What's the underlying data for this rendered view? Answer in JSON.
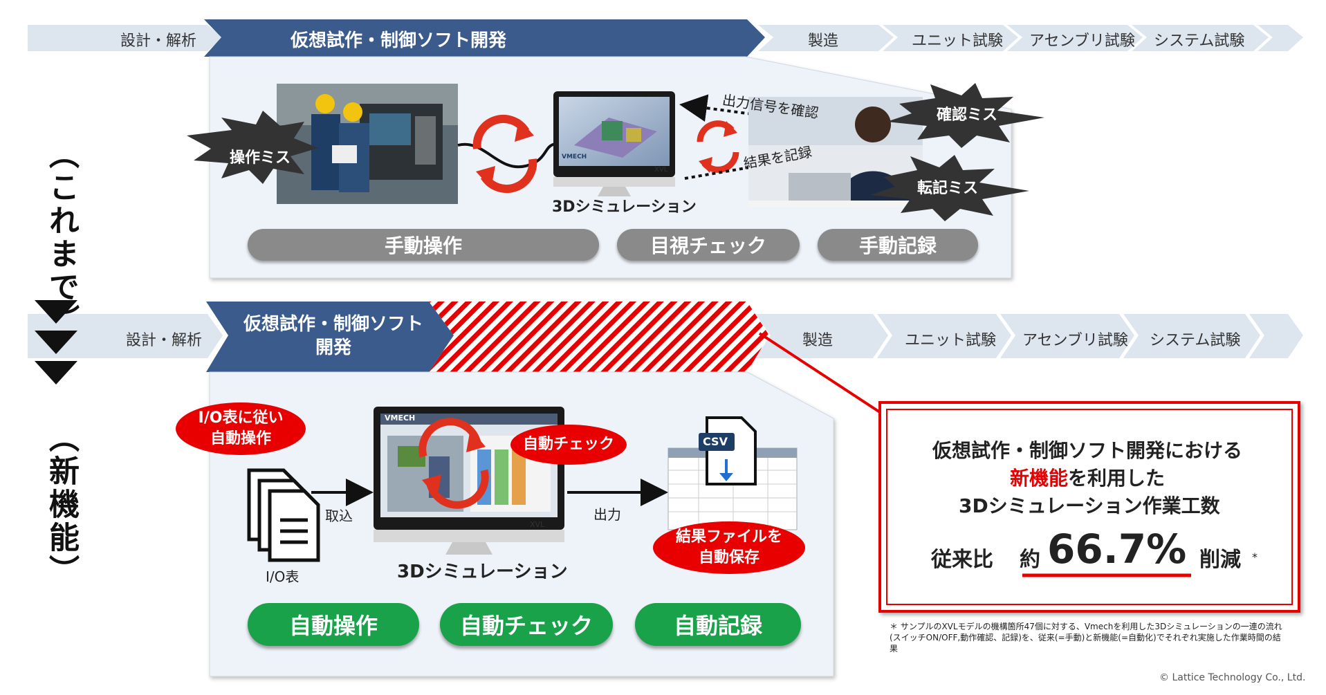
{
  "flow_top": {
    "stages": [
      "設計・解析",
      "仮想試作・制御ソフト開発",
      "製造",
      "ユニット試験",
      "アセンブリ試験",
      "システム試験"
    ]
  },
  "flow_bottom": {
    "stages": [
      "設計・解析",
      "仮想試作・制御ソフト開発",
      "製造",
      "ユニット試験",
      "アセンブリ試験",
      "システム試験"
    ]
  },
  "section_before": {
    "side_label": "（これまで）",
    "operation_error": "操作ミス",
    "confirm_error": "確認ミス",
    "transcribe_error": "転記ミス",
    "output_signal": "出力信号を確認",
    "record_result": "結果を記録",
    "sim_label": "3Dシミュレーション",
    "monitor_brand": "XVL",
    "screen_logo": "VMECH",
    "pills": [
      "手動操作",
      "目視チェック",
      "手動記録"
    ]
  },
  "section_new": {
    "side_label": "（新機能）",
    "auto_operation_bubble": "I/O表に従い\n自動操作",
    "auto_check_bubble": "自動チェック",
    "result_save_bubble": "結果ファイルを\n自動保存",
    "import_label": "取込",
    "output_label": "出力",
    "io_table_label": "I/O表",
    "sim_label": "3Dシミュレーション",
    "monitor_brand": "XVL",
    "screen_logo": "VMECH",
    "csv_label": "CSV",
    "pills": [
      "自動操作",
      "自動チェック",
      "自動記録"
    ]
  },
  "result_box": {
    "line1": "仮想試作・制御ソフト開発における",
    "line2_highlight": "新機能",
    "line2_rest": "を利用した",
    "line3": "3Dシミュレーション作業工数",
    "ratio_prefix": "従来比",
    "ratio_approx": "約",
    "ratio_value": "66.7%",
    "ratio_suffix": "削減",
    "asterisk": "*"
  },
  "footnote": "＊ サンプルのXVLモデルの機構箇所47個に対する、Vmechを利用した3Dシミュレーションの一連の流れ(スイッチON/OFF,動作確認、記録)を、従来(=手動)と新機能(=自動化)でそれぞれ実施した作業時間の結果",
  "copyright": "© Lattice Technology Co., Ltd.",
  "colors": {
    "main_stage": "#3b5b8c",
    "pale_stage": "#dde5ef",
    "panel": "#eef3f9",
    "red": "#e60000",
    "green": "#1aa24a",
    "gray_pill": "#8a8a8a"
  }
}
